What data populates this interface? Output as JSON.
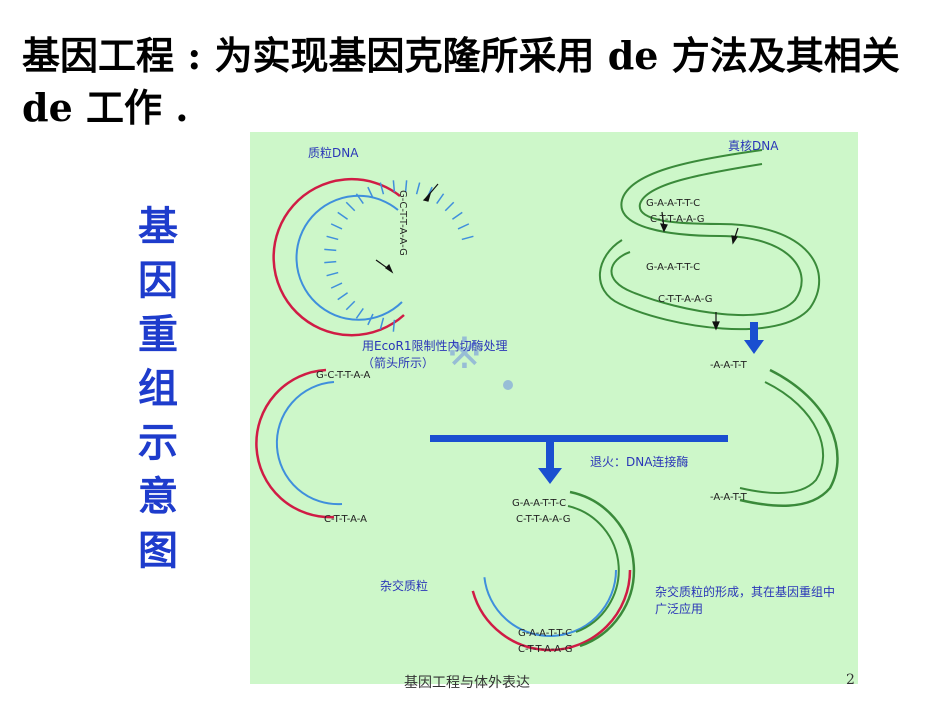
{
  "slide": {
    "title": "基因工程 : 为实现基因克隆所采用 de 方法及其相关 de 工作 .",
    "vertical_title": "基因重组示意图",
    "footer": "基因工程与体外表达",
    "page_number": "2"
  },
  "diagram": {
    "plasmid_dna_label": "质粒DNA",
    "eukaryotic_dna_label": "真核DNA",
    "ecori_label": "用EcoR1限制性内切酶处理（箭头所示）",
    "anneal_label": "退火：DNA连接酶",
    "hybrid_plasmid_label": "杂交质粒",
    "note_label": "杂交质粒的形成，其在基因重组中广泛应用",
    "seq_top_right_1": "G-A-A-T-T-C",
    "seq_top_right_2": "C-T-T-A-A-G",
    "seq_mid_right_1": "G-A-A-T-T-C",
    "seq_mid_right_2": "C-T-T-A-A-G",
    "seq_fragment_top": "-A-A-T-T",
    "seq_fragment_bottom": "-A-A-T-T",
    "seq_cut_top": "G-C-T-T-A-A",
    "seq_cut_bottom": "C-T-T-A-A",
    "seq_plasmid_side": "G-C-T-T-A-A-G",
    "seq_hybrid_top": "G-A-A-T-T-C",
    "seq_hybrid_top2": "C-T-T-A-A-G",
    "seq_hybrid_bottom": "G-A-A-T-T-C",
    "seq_hybrid_bottom2": "C-T-T-A-A-G",
    "colors": {
      "panel": "#cdf7c9",
      "outer_strand": "#d01c45",
      "inner_strand": "#3f8fdc",
      "foreign_strand": "#3a8a3a",
      "arrow": "#1a4fd0",
      "title_blue": "#1e3ccc"
    }
  }
}
